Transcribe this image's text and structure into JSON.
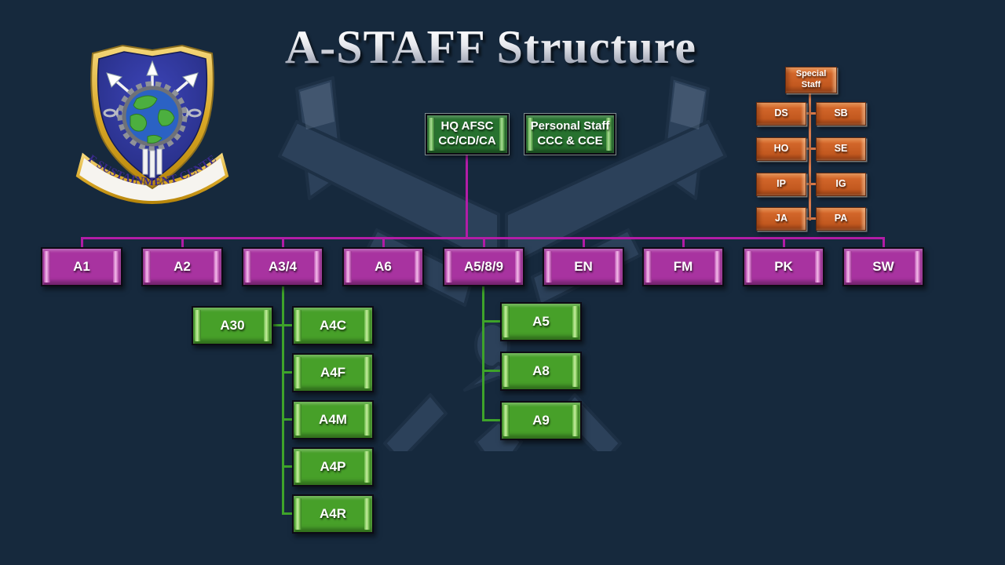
{
  "title": "A-STAFF Structure",
  "logo": {
    "banner_text": "AF SUSTAINMENT CENTER"
  },
  "hq": {
    "line1": "HQ AFSC",
    "line2": "CC/CD/CA"
  },
  "personal": {
    "line1": "Personal Staff",
    "line2": "CCC & CCE"
  },
  "special": {
    "root_line1": "Special",
    "root_line2": "Staff",
    "items": [
      "DS",
      "SB",
      "HO",
      "SE",
      "IP",
      "IG",
      "JA",
      "PA"
    ]
  },
  "row": [
    "A1",
    "A2",
    "A3/4",
    "A6",
    "A5/8/9",
    "EN",
    "FM",
    "PK",
    "SW"
  ],
  "a34": {
    "left_child": "A30",
    "children": [
      "A4C",
      "A4F",
      "A4M",
      "A4P",
      "A4R"
    ]
  },
  "a589": {
    "children": [
      "A5",
      "A8",
      "A9"
    ]
  },
  "colors": {
    "background": "#16293d",
    "magenta_box": "#a833a0",
    "magenta_line": "#b21da6",
    "green_dark_box": "#27722f",
    "green_box": "#47a029",
    "green_line": "#3ea32a",
    "orange_box": "#c2581f",
    "orange_line": "#d97a4b",
    "title_silver": "#e7e9ee"
  }
}
